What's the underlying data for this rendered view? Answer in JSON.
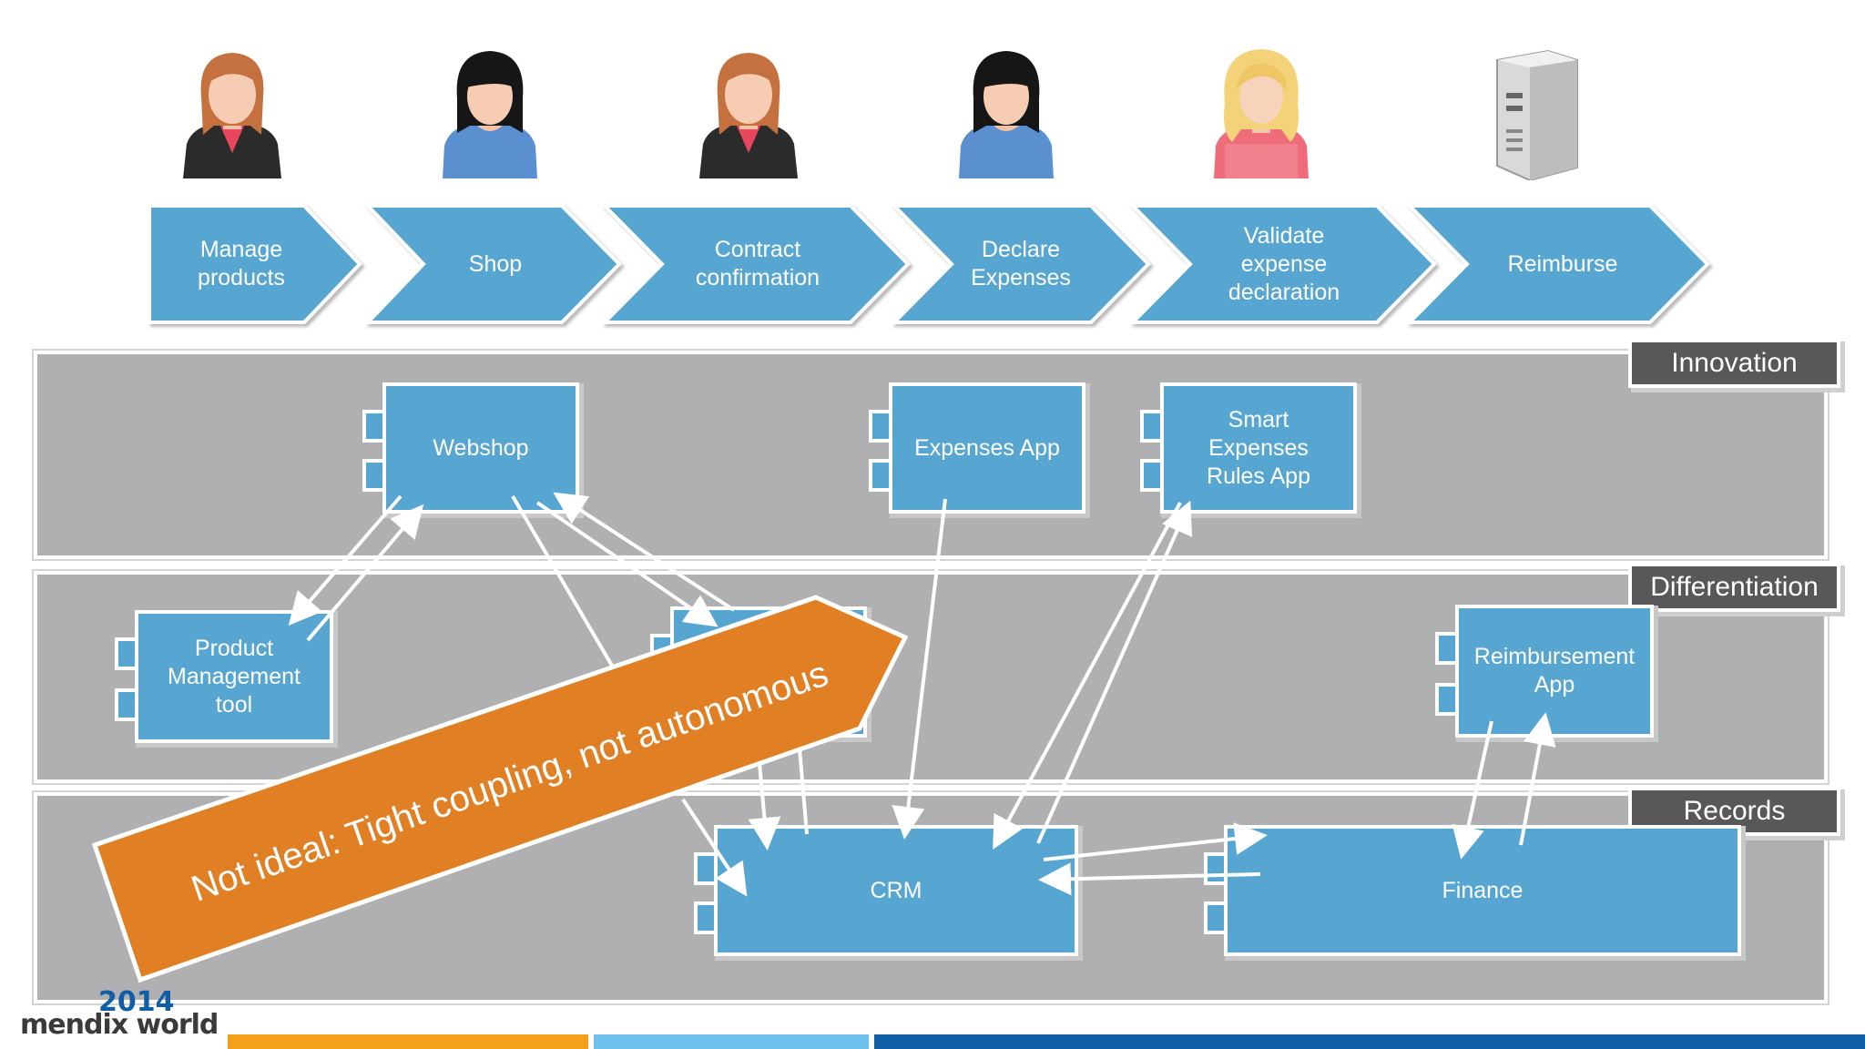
{
  "process_steps": [
    {
      "label": "Manage\nproducts"
    },
    {
      "label": "Shop"
    },
    {
      "label": "Contract\nconfirmation"
    },
    {
      "label": "Declare\nExpenses"
    },
    {
      "label": "Validate\nexpense\ndeclaration"
    },
    {
      "label": "Reimburse"
    }
  ],
  "actors": [
    {
      "icon": "person-woman-suit-icon"
    },
    {
      "icon": "person-woman-blue-icon"
    },
    {
      "icon": "person-woman-suit-icon"
    },
    {
      "icon": "person-woman-blue-icon"
    },
    {
      "icon": "person-woman-blonde-icon"
    },
    {
      "icon": "server-icon"
    }
  ],
  "layers": {
    "innovation": "Innovation",
    "differentiation": "Differentiation",
    "records": "Records"
  },
  "components": {
    "webshop": "Webshop",
    "expenses_app": "Expenses App",
    "smart_expenses": "Smart\nExpenses\nRules App",
    "product_mgmt": "Product\nManagement\ntool",
    "reimbursement": "Reimbursement\nApp",
    "crm": "CRM",
    "finance": "Finance"
  },
  "callout": "Not ideal: Tight coupling, not autonomous",
  "footer": {
    "year": "2014",
    "brand": "mendix world"
  },
  "colors": {
    "chevron": "#57a6d1",
    "component": "#57a6d1",
    "lane": "#b0afb1",
    "lane_tag": "#58585a",
    "callout": "#e07f24",
    "bar_orange": "#f5a01a",
    "bar_light_blue": "#6fc2ee",
    "bar_dark_blue": "#0f5ea6"
  }
}
